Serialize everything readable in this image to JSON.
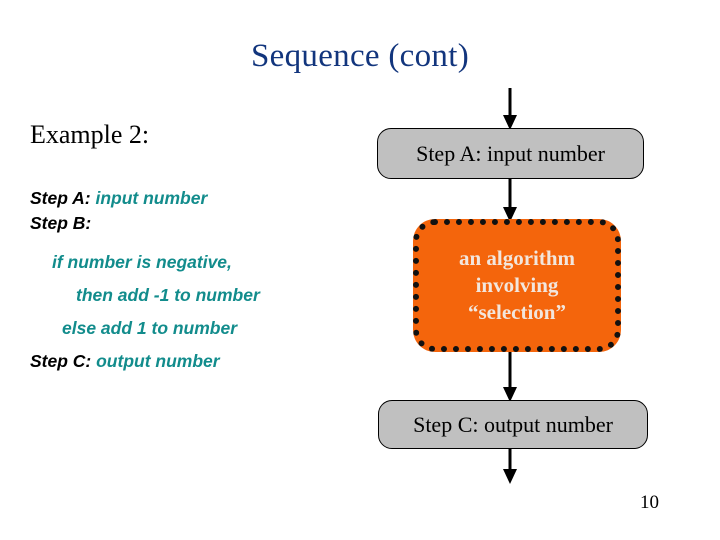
{
  "slide": {
    "title": "Sequence (cont)",
    "page_number": "10",
    "title_color": "#12357d",
    "accent_teal": "#128c8c",
    "box_gray": "#c0c0c0",
    "box_orange": "#f4650c",
    "orange_text_color": "#f2e6dd"
  },
  "left": {
    "example_label": "Example 2:",
    "code_lines": [
      {
        "key": "Step A:",
        "text": " input number"
      },
      {
        "key": "Step B:",
        "text": ""
      },
      {
        "key": "",
        "text": "if number is negative,"
      },
      {
        "key": "",
        "text": "then add  -1 to number"
      },
      {
        "key": "",
        "text": "else add  1 to number"
      },
      {
        "key": "Step C:",
        "text": " output number"
      }
    ]
  },
  "flow": {
    "step_a": "Step A: input number",
    "algorithm": {
      "line1": "an algorithm",
      "line2": "involving",
      "line3": "“selection”"
    },
    "step_c": "Step C: output number"
  }
}
